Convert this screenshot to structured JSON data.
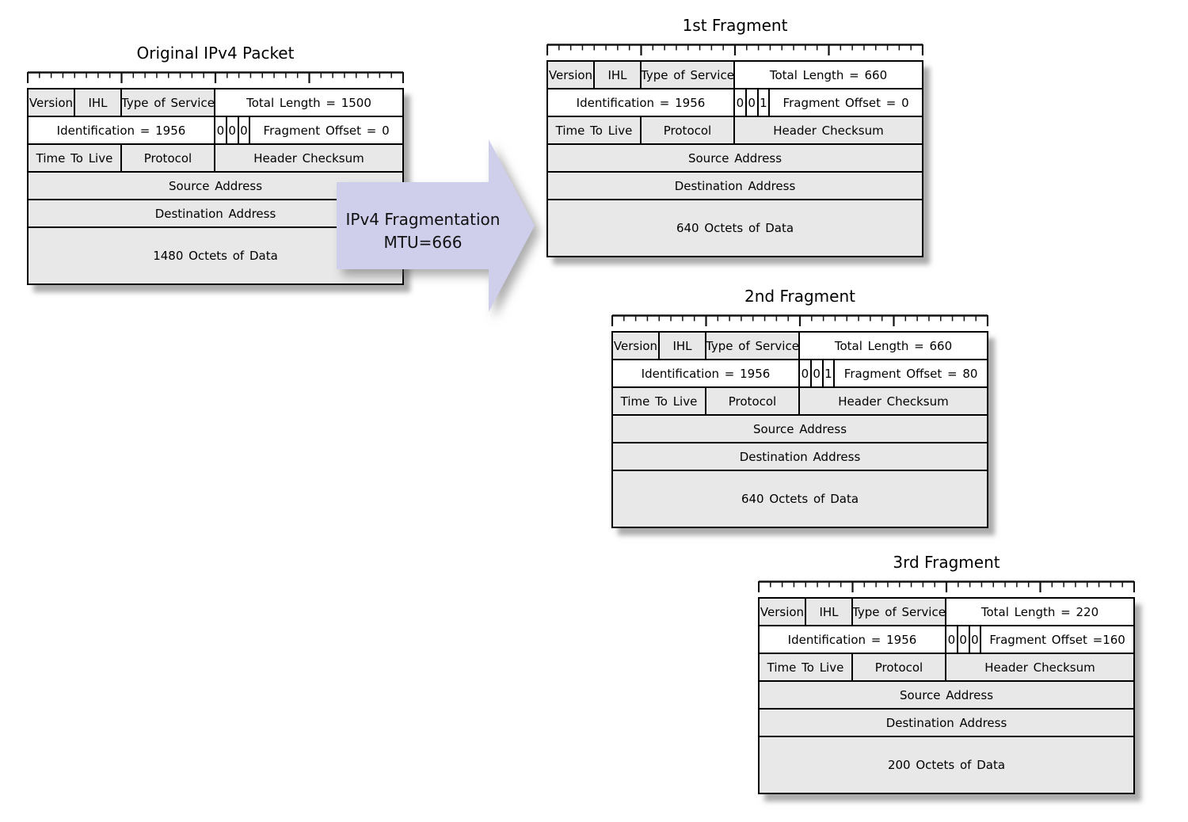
{
  "arrow": {
    "line1": "IPv4 Fragmentation",
    "line2": "MTU=666"
  },
  "colors": {
    "shaded_cell": "#e8e8e8",
    "white_cell": "#ffffff",
    "border": "#000000",
    "arrow_fill": "#cfcfec",
    "text": "#000000"
  },
  "packets": [
    {
      "title": "Original IPv4 Packet",
      "fields": {
        "version": "Version",
        "ihl": "IHL",
        "tos": "Type of Service",
        "total_length": "Total Length = 1500",
        "identification": "Identification = 1956",
        "flags": [
          "0",
          "0",
          "0"
        ],
        "fragment_offset": "Fragment Offset = 0",
        "ttl": "Time To Live",
        "protocol": "Protocol",
        "checksum": "Header Checksum",
        "source": "Source Address",
        "destination": "Destination Address",
        "data": "1480 Octets of Data"
      }
    },
    {
      "title": "1st Fragment",
      "fields": {
        "version": "Version",
        "ihl": "IHL",
        "tos": "Type of Service",
        "total_length": "Total Length = 660",
        "identification": "Identification = 1956",
        "flags": [
          "0",
          "0",
          "1"
        ],
        "fragment_offset": "Fragment Offset = 0",
        "ttl": "Time To Live",
        "protocol": "Protocol",
        "checksum": "Header Checksum",
        "source": "Source Address",
        "destination": "Destination Address",
        "data": "640 Octets of Data"
      }
    },
    {
      "title": "2nd Fragment",
      "fields": {
        "version": "Version",
        "ihl": "IHL",
        "tos": "Type of Service",
        "total_length": "Total Length = 660",
        "identification": "Identification = 1956",
        "flags": [
          "0",
          "0",
          "1"
        ],
        "fragment_offset": "Fragment Offset = 80",
        "ttl": "Time To Live",
        "protocol": "Protocol",
        "checksum": "Header Checksum",
        "source": "Source Address",
        "destination": "Destination Address",
        "data": "640 Octets of Data"
      }
    },
    {
      "title": "3rd Fragment",
      "fields": {
        "version": "Version",
        "ihl": "IHL",
        "tos": "Type of Service",
        "total_length": "Total Length = 220",
        "identification": "Identification = 1956",
        "flags": [
          "0",
          "0",
          "0"
        ],
        "fragment_offset": "Fragment Offset =160",
        "ttl": "Time To Live",
        "protocol": "Protocol",
        "checksum": "Header Checksum",
        "source": "Source Address",
        "destination": "Destination Address",
        "data": "200 Octets of Data"
      }
    }
  ]
}
